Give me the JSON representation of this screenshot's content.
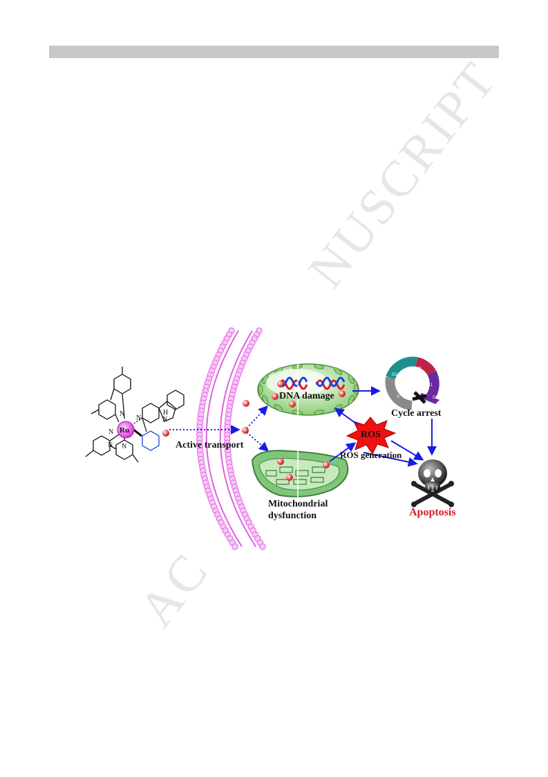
{
  "watermark": {
    "part1": "AC",
    "part2": "NUSCRIPT"
  },
  "labels": {
    "active_transport": "Active transport",
    "dna_damage": "DNA damage",
    "cycle_arrest": "Cycle arrest",
    "ros": "ROS",
    "ros_generation": "ROS generation",
    "mitochondrial_line1": "Mitochondrial",
    "mitochondrial_line2": "dysfunction",
    "apoptosis": "Apoptosis"
  },
  "molecule": {
    "metal": "Ru",
    "n_atom": "N",
    "nh": "N",
    "h": "H"
  },
  "cell_cycle_phases": [
    "G2",
    "M",
    "G1",
    "G0",
    "S"
  ],
  "colors": {
    "membrane": "#e060e0",
    "arrow": "#1a1ae6",
    "ros_burst": "#ee1111",
    "nucleus": "#9ed48a",
    "mitochondria": "#7fc67a",
    "apoptosis_text": "#d81e2a",
    "dna_red": "#e01b24",
    "dna_blue": "#1b3fe0"
  }
}
